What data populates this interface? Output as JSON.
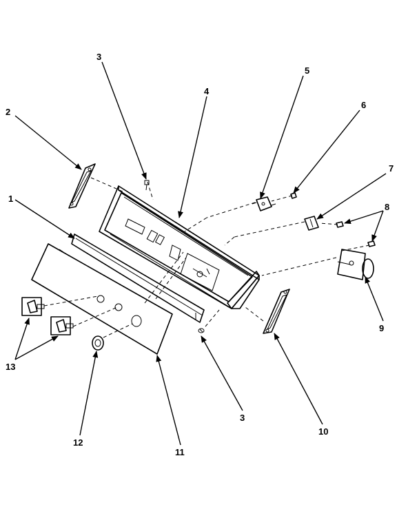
{
  "callouts": {
    "c1": "1",
    "c2": "2",
    "c3_top": "3",
    "c3_bottom": "3",
    "c4": "4",
    "c5": "5",
    "c6": "6",
    "c7": "7",
    "c8": "8",
    "c9": "9",
    "c10": "10",
    "c11": "11",
    "c12": "12",
    "c13": "13"
  }
}
